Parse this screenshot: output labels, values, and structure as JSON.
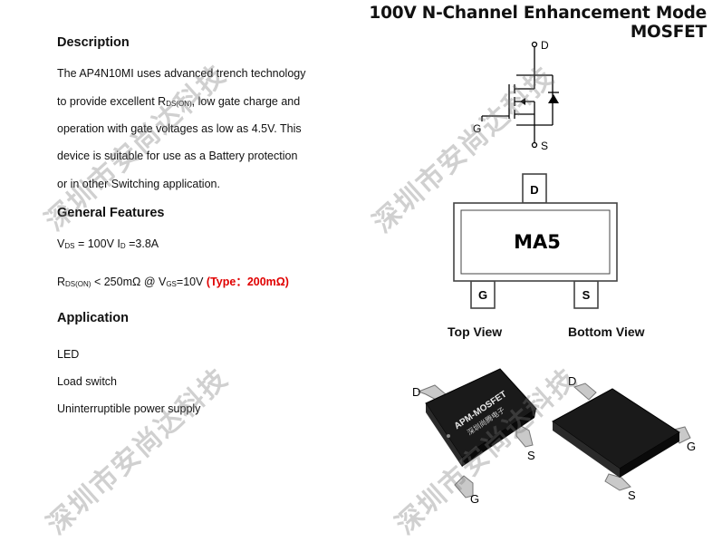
{
  "title": "100V N-Channel Enhancement Mode MOSFET",
  "description": {
    "heading": "Description",
    "lines": [
      "The AP4N10MI uses advanced trench technology",
      "to provide excellent R",
      "DS(ON)",
      ", low gate charge and",
      "operation with gate voltages as low as 4.5V. This",
      "device is suitable for use as a Battery protection",
      "or in other Switching application."
    ]
  },
  "features": {
    "heading": "General Features",
    "line1": {
      "v": "V",
      "ds": "DS",
      "eq1": " = 100V  I",
      "d": "D",
      "eq2": " =3.8A"
    },
    "line2": {
      "r": "R",
      "dson": "DS(ON)",
      "lt": " < 250mΩ @ V",
      "gs": "GS",
      "eq": "=10V ",
      "typ": "(Type：200mΩ)"
    }
  },
  "application": {
    "heading": "Application",
    "items": [
      "LED",
      "Load switch",
      "Uninterruptible power supply"
    ]
  },
  "symbol": {
    "pin_d": "D",
    "pin_g": "G",
    "pin_s": "S"
  },
  "package": {
    "marking": "MA5",
    "pin_top": "D",
    "pin_left": "G",
    "pin_right": "S"
  },
  "views": {
    "top": "Top View",
    "bottom": "Bottom View"
  },
  "photo": {
    "chip_text1": "APM-MOSFET",
    "chip_text2": "深圳尚腾电子",
    "left_d": "D",
    "left_s": "S",
    "left_g": "G",
    "right_d": "D",
    "right_g": "G",
    "right_s": "S"
  },
  "watermark": "深圳市安尚达科技",
  "colors": {
    "accent_red": "#e00000",
    "chip_body": "#1a1a1a"
  }
}
